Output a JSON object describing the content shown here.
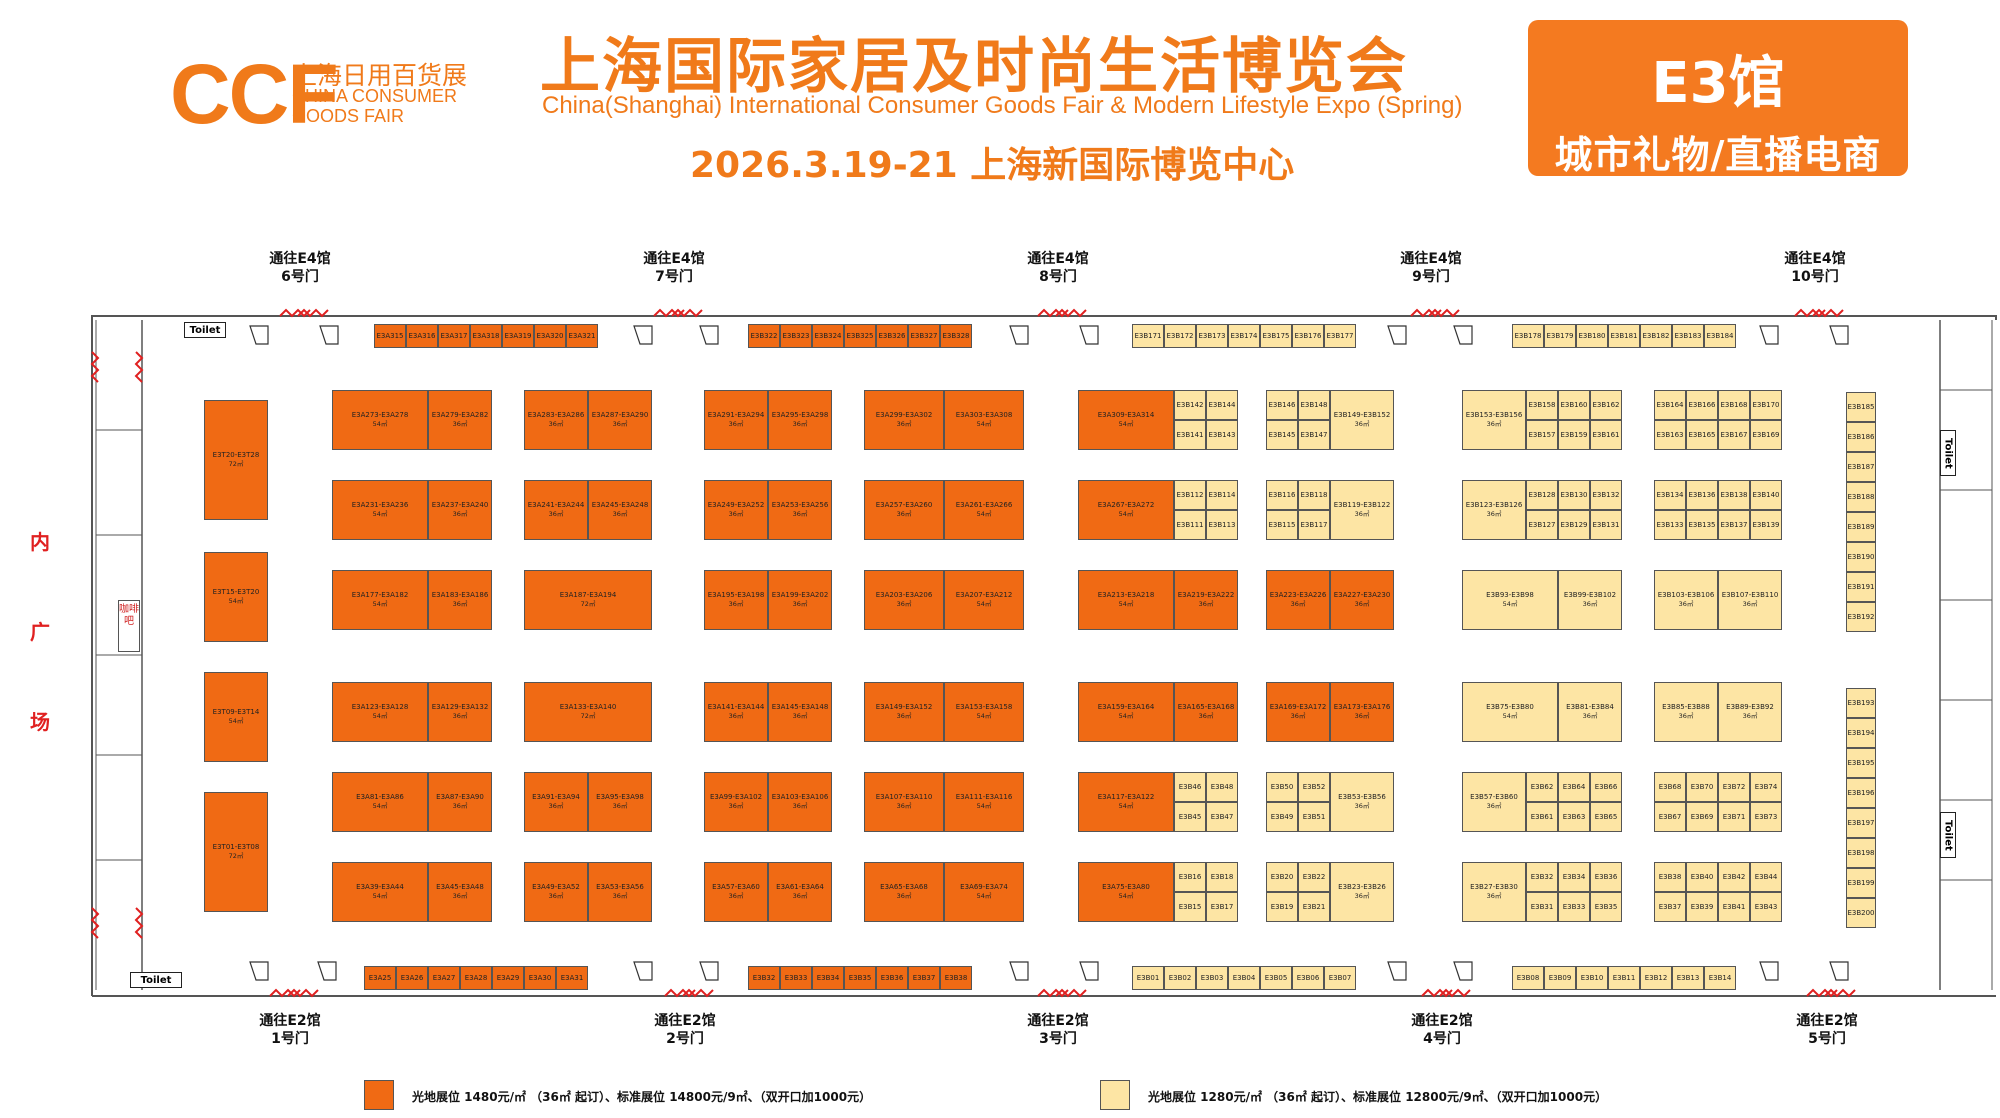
{
  "logo": {
    "ccf": "CCF",
    "cn": "上海日用百货展",
    "en_line1": "CHINA CONSUMER",
    "en_line2": "GOODS FAIR"
  },
  "title": {
    "cn": "上海国际家居及时尚生活博览会",
    "en": "China(Shanghai) International Consumer Goods Fair & Modern Lifestyle Expo (Spring)",
    "date_venue": "2026.3.19-21  上海新国际博览中心"
  },
  "hall": {
    "name": "E3馆",
    "subtitle": "城市礼物/直播电商"
  },
  "gates_top": [
    {
      "line1": "通往E4馆",
      "line2": "6号门"
    },
    {
      "line1": "通往E4馆",
      "line2": "7号门"
    },
    {
      "line1": "通往E4馆",
      "line2": "8号门"
    },
    {
      "line1": "通往E4馆",
      "line2": "9号门"
    },
    {
      "line1": "通往E4馆",
      "line2": "10号门"
    }
  ],
  "gates_bottom": [
    {
      "line1": "通往E2馆",
      "line2": "1号门"
    },
    {
      "line1": "通往E2馆",
      "line2": "2号门"
    },
    {
      "line1": "通往E2馆",
      "line2": "3号门"
    },
    {
      "line1": "通往E2馆",
      "line2": "4号门"
    },
    {
      "line1": "通往E2馆",
      "line2": "5号门"
    }
  ],
  "plaza": [
    "内",
    "广",
    "场"
  ],
  "facilities": {
    "toilet": "Toilet",
    "cafe": "咖啡吧"
  },
  "colors": {
    "orange": "#f06a14",
    "yellow": "#fde5a4",
    "brand": "#f07a1a",
    "plaza_text": "#e02020"
  },
  "legend": [
    {
      "color": "orange",
      "text": "光地展位 1480元/㎡ （36㎡ 起订）、标准展位 14800元/9㎡、（双开口加1000元）"
    },
    {
      "color": "yellow",
      "text": "光地展位 1280元/㎡ （36㎡ 起订）、标准展位 12800元/9㎡、（双开口加1000元）"
    }
  ],
  "wall_strips": {
    "top_a": [
      "E3A315",
      "E3A316",
      "E3A317",
      "E3A318",
      "E3A319",
      "E3A320",
      "E3A321"
    ],
    "top_b": [
      "E3B322",
      "E3B323",
      "E3B324",
      "E3B325",
      "E3B326",
      "E3B327",
      "E3B328"
    ],
    "top_c": [
      "E3B171",
      "E3B172",
      "E3B173",
      "E3B174",
      "E3B175",
      "E3B176",
      "E3B177"
    ],
    "top_d": [
      "E3B178",
      "E3B179",
      "E3B180",
      "E3B181",
      "E3B182",
      "E3B183",
      "E3B184"
    ],
    "bot_a": [
      "E3A25",
      "E3A26",
      "E3A27",
      "E3A28",
      "E3A29",
      "E3A30",
      "E3A31"
    ],
    "bot_b": [
      "E3B32",
      "E3B33",
      "E3B34",
      "E3B35",
      "E3B36",
      "E3B37",
      "E3B38"
    ],
    "bot_c": [
      "E3B01",
      "E3B02",
      "E3B03",
      "E3B04",
      "E3B05",
      "E3B06",
      "E3B07"
    ],
    "bot_d": [
      "E3B08",
      "E3B09",
      "E3B10",
      "E3B11",
      "E3B12",
      "E3B13",
      "E3B14"
    ],
    "right_1": [
      "E3B185",
      "E3B186",
      "E3B187",
      "E3B188",
      "E3B189",
      "E3B190",
      "E3B191",
      "E3B192"
    ],
    "right_2": [
      "E3B193",
      "E3B194",
      "E3B195",
      "E3B196",
      "E3B197",
      "E3B198",
      "E3B199",
      "E3B200"
    ]
  },
  "left_column": [
    {
      "id": "E3T20-E3T28",
      "area": "72㎡"
    },
    {
      "id": "E3T15-E3T20",
      "area": "54㎡"
    },
    {
      "id": "E3T09-E3T14",
      "area": "54㎡"
    },
    {
      "id": "E3T01-E3T08",
      "area": "72㎡"
    }
  ],
  "rows": [
    {
      "blocks": [
        [
          {
            "id": "E3A273-E3A278",
            "area": "54㎡"
          },
          {
            "id": "E3A279-E3A282",
            "area": "36㎡"
          }
        ],
        [
          {
            "id": "E3A283-E3A286",
            "area": "36㎡"
          },
          {
            "id": "E3A287-E3A290",
            "area": "36㎡"
          }
        ],
        [
          {
            "id": "E3A291-E3A294",
            "area": "36㎡"
          },
          {
            "id": "E3A295-E3A298",
            "area": "36㎡"
          }
        ],
        [
          {
            "id": "E3A299-E3A302",
            "area": "36㎡"
          },
          {
            "id": "E3A303-E3A308",
            "area": "54㎡"
          }
        ],
        [
          {
            "id": "E3A309-E3A314",
            "area": "54㎡"
          }
        ],
        [
          {
            "id": "E3B149-E3B152",
            "area": "36㎡"
          }
        ],
        [
          {
            "id": "E3B153-E3B156",
            "area": "36㎡"
          }
        ]
      ],
      "small_a": [
        "E3B142",
        "E3B144",
        "E3B141",
        "E3B143"
      ],
      "small_b": [
        "E3B146",
        "E3B148",
        "E3B145",
        "E3B147"
      ],
      "small_c": [
        "E3B158",
        "E3B160",
        "E3B162",
        "E3B157",
        "E3B159",
        "E3B161"
      ],
      "small_d": [
        "E3B164",
        "E3B166",
        "E3B168",
        "E3B170",
        "E3B163",
        "E3B165",
        "E3B167",
        "E3B169"
      ]
    },
    {
      "blocks": [
        [
          {
            "id": "E3A231-E3A236",
            "area": "54㎡"
          },
          {
            "id": "E3A237-E3A240",
            "area": "36㎡"
          }
        ],
        [
          {
            "id": "E3A241-E3A244",
            "area": "36㎡"
          },
          {
            "id": "E3A245-E3A248",
            "area": "36㎡"
          }
        ],
        [
          {
            "id": "E3A249-E3A252",
            "area": "36㎡"
          },
          {
            "id": "E3A253-E3A256",
            "area": "36㎡"
          }
        ],
        [
          {
            "id": "E3A257-E3A260",
            "area": "36㎡"
          },
          {
            "id": "E3A261-E3A266",
            "area": "54㎡"
          }
        ],
        [
          {
            "id": "E3A267-E3A272",
            "area": "54㎡"
          }
        ],
        [
          {
            "id": "E3B119-E3B122",
            "area": "36㎡"
          }
        ],
        [
          {
            "id": "E3B123-E3B126",
            "area": "36㎡"
          }
        ]
      ],
      "small_a": [
        "E3B112",
        "E3B114",
        "E3B111",
        "E3B113"
      ],
      "small_b": [
        "E3B116",
        "E3B118",
        "E3B115",
        "E3B117"
      ],
      "small_c": [
        "E3B128",
        "E3B130",
        "E3B132",
        "E3B127",
        "E3B129",
        "E3B131"
      ],
      "small_d": [
        "E3B134",
        "E3B136",
        "E3B138",
        "E3B140",
        "E3B133",
        "E3B135",
        "E3B137",
        "E3B139"
      ]
    },
    {
      "blocks": [
        [
          {
            "id": "E3A177-E3A182",
            "area": "54㎡"
          },
          {
            "id": "E3A183-E3A186",
            "area": "36㎡"
          }
        ],
        [
          {
            "id": "E3A187-E3A194",
            "area": "72㎡"
          }
        ],
        [
          {
            "id": "E3A195-E3A198",
            "area": "36㎡"
          },
          {
            "id": "E3A199-E3A202",
            "area": "36㎡"
          }
        ],
        [
          {
            "id": "E3A203-E3A206",
            "area": "36㎡"
          },
          {
            "id": "E3A207-E3A212",
            "area": "54㎡"
          }
        ],
        [
          {
            "id": "E3A213-E3A218",
            "area": "54㎡"
          },
          {
            "id": "E3A219-E3A222",
            "area": "36㎡"
          }
        ],
        [
          {
            "id": "E3A223-E3A226",
            "area": "36㎡"
          },
          {
            "id": "E3A227-E3A230",
            "area": "36㎡"
          }
        ],
        [
          {
            "id": "E3B93-E3B98",
            "area": "54㎡"
          },
          {
            "id": "E3B99-E3B102",
            "area": "36㎡"
          }
        ],
        [
          {
            "id": "E3B103-E3B106",
            "area": "36㎡"
          },
          {
            "id": "E3B107-E3B110",
            "area": "36㎡"
          }
        ]
      ]
    },
    {
      "blocks": [
        [
          {
            "id": "E3A123-E3A128",
            "area": "54㎡"
          },
          {
            "id": "E3A129-E3A132",
            "area": "36㎡"
          }
        ],
        [
          {
            "id": "E3A133-E3A140",
            "area": "72㎡"
          }
        ],
        [
          {
            "id": "E3A141-E3A144",
            "area": "36㎡"
          },
          {
            "id": "E3A145-E3A148",
            "area": "36㎡"
          }
        ],
        [
          {
            "id": "E3A149-E3A152",
            "area": "36㎡"
          },
          {
            "id": "E3A153-E3A158",
            "area": "54㎡"
          }
        ],
        [
          {
            "id": "E3A159-E3A164",
            "area": "54㎡"
          },
          {
            "id": "E3A165-E3A168",
            "area": "36㎡"
          }
        ],
        [
          {
            "id": "E3A169-E3A172",
            "area": "36㎡"
          },
          {
            "id": "E3A173-E3A176",
            "area": "36㎡"
          }
        ],
        [
          {
            "id": "E3B75-E3B80",
            "area": "54㎡"
          },
          {
            "id": "E3B81-E3B84",
            "area": "36㎡"
          }
        ],
        [
          {
            "id": "E3B85-E3B88",
            "area": "36㎡"
          },
          {
            "id": "E3B89-E3B92",
            "area": "36㎡"
          }
        ]
      ]
    },
    {
      "blocks": [
        [
          {
            "id": "E3A81-E3A86",
            "area": "54㎡"
          },
          {
            "id": "E3A87-E3A90",
            "area": "36㎡"
          }
        ],
        [
          {
            "id": "E3A91-E3A94",
            "area": "36㎡"
          },
          {
            "id": "E3A95-E3A98",
            "area": "36㎡"
          }
        ],
        [
          {
            "id": "E3A99-E3A102",
            "area": "36㎡"
          },
          {
            "id": "E3A103-E3A106",
            "area": "36㎡"
          }
        ],
        [
          {
            "id": "E3A107-E3A110",
            "area": "36㎡"
          },
          {
            "id": "E3A111-E3A116",
            "area": "54㎡"
          }
        ],
        [
          {
            "id": "E3A117-E3A122",
            "area": "54㎡"
          }
        ],
        [
          {
            "id": "E3B53-E3B56",
            "area": "36㎡"
          }
        ],
        [
          {
            "id": "E3B57-E3B60",
            "area": "36㎡"
          }
        ]
      ],
      "small_a": [
        "E3B46",
        "E3B48",
        "E3B45",
        "E3B47"
      ],
      "small_b": [
        "E3B50",
        "E3B52",
        "E3B49",
        "E3B51"
      ],
      "small_c": [
        "E3B62",
        "E3B64",
        "E3B66",
        "E3B61",
        "E3B63",
        "E3B65"
      ],
      "small_d": [
        "E3B68",
        "E3B70",
        "E3B72",
        "E3B74",
        "E3B67",
        "E3B69",
        "E3B71",
        "E3B73"
      ]
    },
    {
      "blocks": [
        [
          {
            "id": "E3A39-E3A44",
            "area": "54㎡"
          },
          {
            "id": "E3A45-E3A48",
            "area": "36㎡"
          }
        ],
        [
          {
            "id": "E3A49-E3A52",
            "area": "36㎡"
          },
          {
            "id": "E3A53-E3A56",
            "area": "36㎡"
          }
        ],
        [
          {
            "id": "E3A57-E3A60",
            "area": "36㎡"
          },
          {
            "id": "E3A61-E3A64",
            "area": "36㎡"
          }
        ],
        [
          {
            "id": "E3A65-E3A68",
            "area": "36㎡"
          },
          {
            "id": "E3A69-E3A74",
            "area": "54㎡"
          }
        ],
        [
          {
            "id": "E3A75-E3A80",
            "area": "54㎡"
          }
        ],
        [
          {
            "id": "E3B23-E3B26",
            "area": "36㎡"
          }
        ],
        [
          {
            "id": "E3B27-E3B30",
            "area": "36㎡"
          }
        ]
      ],
      "small_a": [
        "E3B16",
        "E3B18",
        "E3B15",
        "E3B17"
      ],
      "small_b": [
        "E3B20",
        "E3B22",
        "E3B19",
        "E3B21"
      ],
      "small_c": [
        "E3B32",
        "E3B34",
        "E3B36",
        "E3B31",
        "E3B33",
        "E3B35"
      ],
      "small_d": [
        "E3B38",
        "E3B40",
        "E3B42",
        "E3B44",
        "E3B37",
        "E3B39",
        "E3B41",
        "E3B43"
      ]
    }
  ]
}
